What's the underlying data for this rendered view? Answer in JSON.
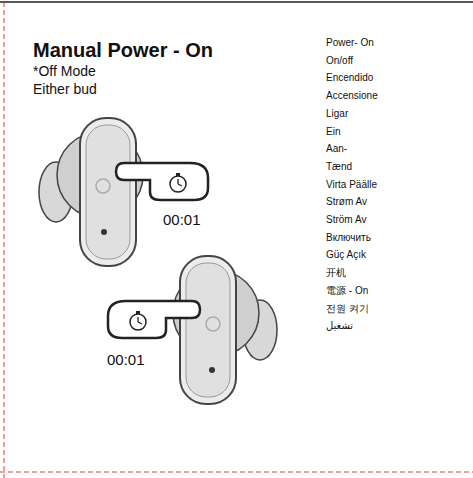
{
  "diagram": {
    "title": "Manual Power - On",
    "labels": [
      "*Off Mode",
      "Either bud",
      "00:01",
      "00:01",
      "Power- On",
      "On/off",
      "Encendido",
      "Accensione",
      "Ligar",
      "Ein",
      "Aan-",
      "Tænd",
      "Virta Päälle",
      "Strøm Av",
      "Ström Av",
      "Включить",
      "Güç Açık",
      "开机",
      "電源 - On",
      "전원 켜기",
      "تشغيل"
    ]
  }
}
